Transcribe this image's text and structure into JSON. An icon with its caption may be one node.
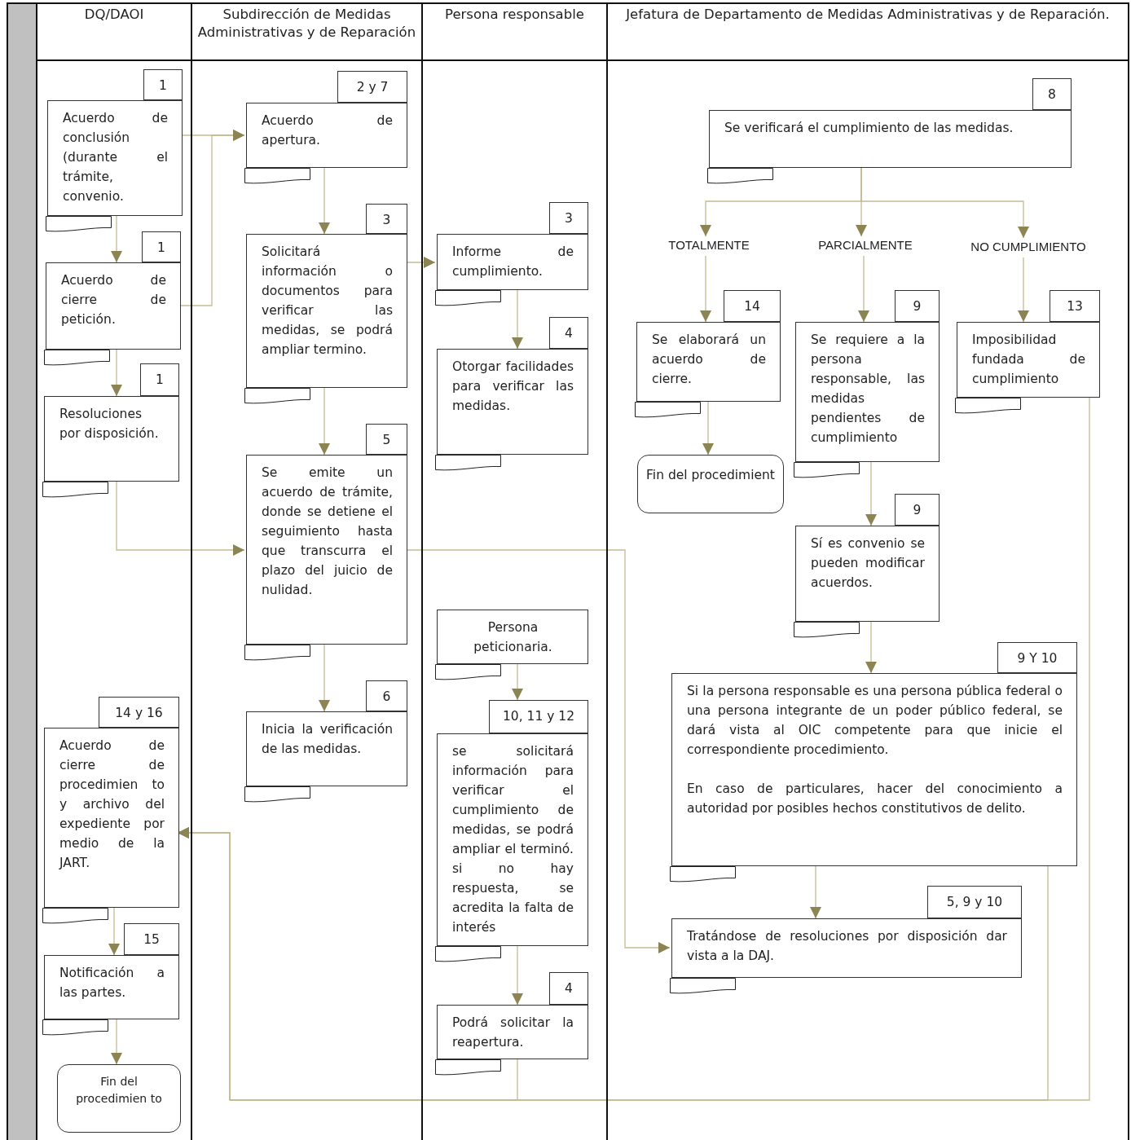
{
  "diagram": {
    "nodes": [
      {
        "text": [
          "DQ/DAOI"
        ]
      },
      {
        "text": [
          "Subdirección de Medidas Administrativas y de Reparación"
        ]
      },
      {
        "text": [
          "Persona responsable"
        ]
      },
      {
        "text": [
          "Jefatura de Departamento de Medidas Administrativas y de Reparación."
        ]
      },
      {
        "text": [
          "Acuerdo de conclusión (durante el trámite, convenio."
        ],
        "beside": [
          "1"
        ],
        "in": 0
      },
      {
        "text": [
          "Acuerdo de cierre de petición."
        ],
        "beside": [
          "1"
        ],
        "in": 0
      },
      {
        "text": [
          "Resoluciones por disposición."
        ],
        "beside": [
          "1"
        ],
        "in": 0
      },
      {
        "text": [
          "Acuerdo de cierre de procedimien to y archivo del expediente por medio de la JART."
        ],
        "beside": [
          "14 y 16"
        ],
        "in": 0
      },
      {
        "text": [
          "Notificación a las partes."
        ],
        "beside": [
          "15"
        ],
        "in": 0
      },
      {
        "text": [
          "Fin del procedimien to"
        ],
        "in": 0
      },
      {
        "text": [
          "Acuerdo de apertura."
        ],
        "beside": [
          "2 y 7"
        ],
        "in": 1
      },
      {
        "text": [
          "Solicitará información o documentos para verificar las medidas, se podrá ampliar termino."
        ],
        "beside": [
          "3"
        ],
        "in": 1
      },
      {
        "text": [
          "Se emite un acuerdo de trámite, donde se detiene el seguimiento hasta que transcurra el plazo del juicio de nulidad."
        ],
        "beside": [
          "5"
        ],
        "in": 1
      },
      {
        "text": [
          "Inicia la verificación de las medidas."
        ],
        "beside": [
          "6"
        ],
        "in": 1
      },
      {
        "text": [
          "Informe de cumplimiento."
        ],
        "beside": [
          "3"
        ],
        "in": 2
      },
      {
        "text": [
          "Otorgar facilidades para verificar las medidas."
        ],
        "beside": [
          "4"
        ],
        "in": 2
      },
      {
        "text": [
          "Persona peticionaria."
        ],
        "in": 2
      },
      {
        "text": [
          "se solicitará información para verificar el cumplimiento de medidas, se podrá ampliar el terminó. si no hay respuesta, se acredita la falta de interés"
        ],
        "beside": [
          "10, 11 y 12"
        ],
        "in": 2
      },
      {
        "text": [
          "Podrá solicitar la reapertura."
        ],
        "beside": [
          "4"
        ],
        "in": 2
      },
      {
        "text": [
          "Se verificará el cumplimiento de las medidas."
        ],
        "beside": [
          "8"
        ],
        "in": 3
      },
      {
        "text": [
          "TOTALMENTE"
        ],
        "in": 3
      },
      {
        "text": [
          "PARCIALMENTE"
        ],
        "in": 3
      },
      {
        "text": [
          "NO CUMPLIMIENTO"
        ],
        "in": 3
      },
      {
        "text": [
          "Se elaborará un acuerdo de cierre."
        ],
        "beside": [
          "14"
        ],
        "in": 3
      },
      {
        "text": [
          "Se requiere a la persona responsable, las medidas pendientes de cumplimiento"
        ],
        "beside": [
          "9"
        ],
        "in": 3
      },
      {
        "text": [
          "Imposibilidad fundada de cumplimiento"
        ],
        "beside": [
          "13"
        ],
        "in": 3
      },
      {
        "text": [
          "Fin del procedimient"
        ],
        "in": 3
      },
      {
        "text": [
          "Sí es convenio se pueden modificar acuerdos."
        ],
        "beside": [
          "9"
        ],
        "in": 3
      },
      {
        "text": [
          "Si la persona responsable es una persona pública federal o una persona integrante de un poder público federal, se dará vista al OIC competente para que inicie el correspondiente procedimiento.",
          "En caso de particulares, hacer del conocimiento a autoridad por posibles hechos constitutivos de delito."
        ],
        "beside": [
          "9 Y 10"
        ],
        "in": 3
      },
      {
        "text": [
          "Tratándose de resoluciones por disposición dar vista a la DAJ."
        ],
        "beside": [
          "5, 9 y 10"
        ],
        "in": 3
      },
      {
        "text": [],
        "shape": "bar"
      },
      {
        "text": [],
        "shape": "tab",
        "in": 0
      },
      {
        "text": [],
        "shape": "tab",
        "in": 0
      },
      {
        "text": [],
        "shape": "tab",
        "in": 0
      },
      {
        "text": [],
        "shape": "tab",
        "in": 0
      },
      {
        "text": [],
        "shape": "tab",
        "in": 0
      },
      {
        "text": [],
        "shape": "tab",
        "in": 1
      },
      {
        "text": [],
        "shape": "tab",
        "in": 1
      },
      {
        "text": [],
        "shape": "tab",
        "in": 1
      },
      {
        "text": [],
        "shape": "tab",
        "in": 1
      },
      {
        "text": [],
        "shape": "tab",
        "in": 2
      },
      {
        "text": [],
        "shape": "tab",
        "in": 2
      },
      {
        "text": [],
        "shape": "tab",
        "in": 2
      },
      {
        "text": [],
        "shape": "tab",
        "in": 2
      },
      {
        "text": [],
        "shape": "tab",
        "in": 2
      },
      {
        "text": [],
        "shape": "tab",
        "in": 3
      },
      {
        "text": [],
        "shape": "tab",
        "in": 3
      },
      {
        "text": [],
        "shape": "tab",
        "in": 3
      },
      {
        "text": [],
        "shape": "tab",
        "in": 3
      },
      {
        "text": [],
        "shape": "tab",
        "in": 3
      },
      {
        "text": [],
        "shape": "tab",
        "in": 3
      },
      {
        "text": [],
        "shape": "tab",
        "in": 3
      }
    ],
    "edges": [
      {
        "from": 4,
        "to": 10,
        "arrow": "to"
      },
      {
        "from": 5,
        "to": 10,
        "arrow": "to"
      },
      {
        "from": 4,
        "to": 5,
        "arrow": "to"
      },
      {
        "from": 5,
        "to": 6,
        "arrow": "to"
      },
      {
        "from": 6,
        "to": 12,
        "arrow": "to"
      },
      {
        "from": 10,
        "to": 11,
        "arrow": "to"
      },
      {
        "from": 11,
        "to": 14,
        "arrow": "to"
      },
      {
        "from": 11,
        "to": 12,
        "arrow": "to"
      },
      {
        "from": 12,
        "to": 13,
        "arrow": "to"
      },
      {
        "from": 12,
        "to": 29,
        "arrow": "to"
      },
      {
        "from": 14,
        "to": 15,
        "arrow": "to"
      },
      {
        "from": 16,
        "to": 17,
        "arrow": "to"
      },
      {
        "from": 17,
        "to": 18,
        "arrow": "to"
      },
      {
        "from": 18,
        "to": 7,
        "arrow": "to"
      },
      {
        "from": 25,
        "to": 7,
        "arrow": "to"
      },
      {
        "from": 28,
        "to": 7,
        "arrow": "to"
      },
      {
        "from": 19,
        "to": 20,
        "arrow": "to"
      },
      {
        "from": 19,
        "to": 21,
        "arrow": "to"
      },
      {
        "from": 19,
        "to": 22,
        "arrow": "to"
      },
      {
        "from": 20,
        "to": 23,
        "arrow": "to"
      },
      {
        "from": 21,
        "to": 24,
        "arrow": "to"
      },
      {
        "from": 22,
        "to": 25,
        "arrow": "to"
      },
      {
        "from": 23,
        "to": 26,
        "arrow": "to"
      },
      {
        "from": 24,
        "to": 27,
        "arrow": "to"
      },
      {
        "from": 27,
        "to": 28,
        "arrow": "to"
      },
      {
        "from": 28,
        "to": 29,
        "arrow": "to"
      },
      {
        "from": 7,
        "to": 8,
        "arrow": "to"
      },
      {
        "from": 8,
        "to": 9,
        "arrow": "to"
      }
    ]
  }
}
